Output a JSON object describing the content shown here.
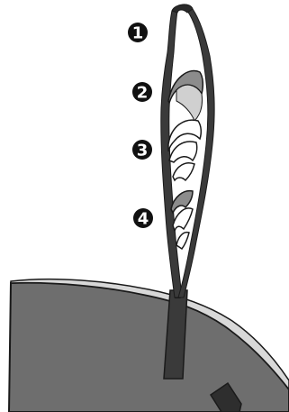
{
  "markers": [
    {
      "id": "1",
      "label": "1"
    },
    {
      "id": "2",
      "label": "2"
    },
    {
      "id": "3",
      "label": "3"
    },
    {
      "id": "4",
      "label": "4"
    }
  ],
  "colors": {
    "strap_dark": "#3a3a3a",
    "strap_mid": "#8c8c8c",
    "strap_light": "#d0d0d0",
    "bag_body": "#6e6e6e",
    "bag_edge": "#cfcfcf",
    "outline": "#1a1a1a",
    "marker_bg": "#111111"
  },
  "icons": {
    "strap": "loop-strap-icon",
    "bag": "bag-body-icon"
  }
}
